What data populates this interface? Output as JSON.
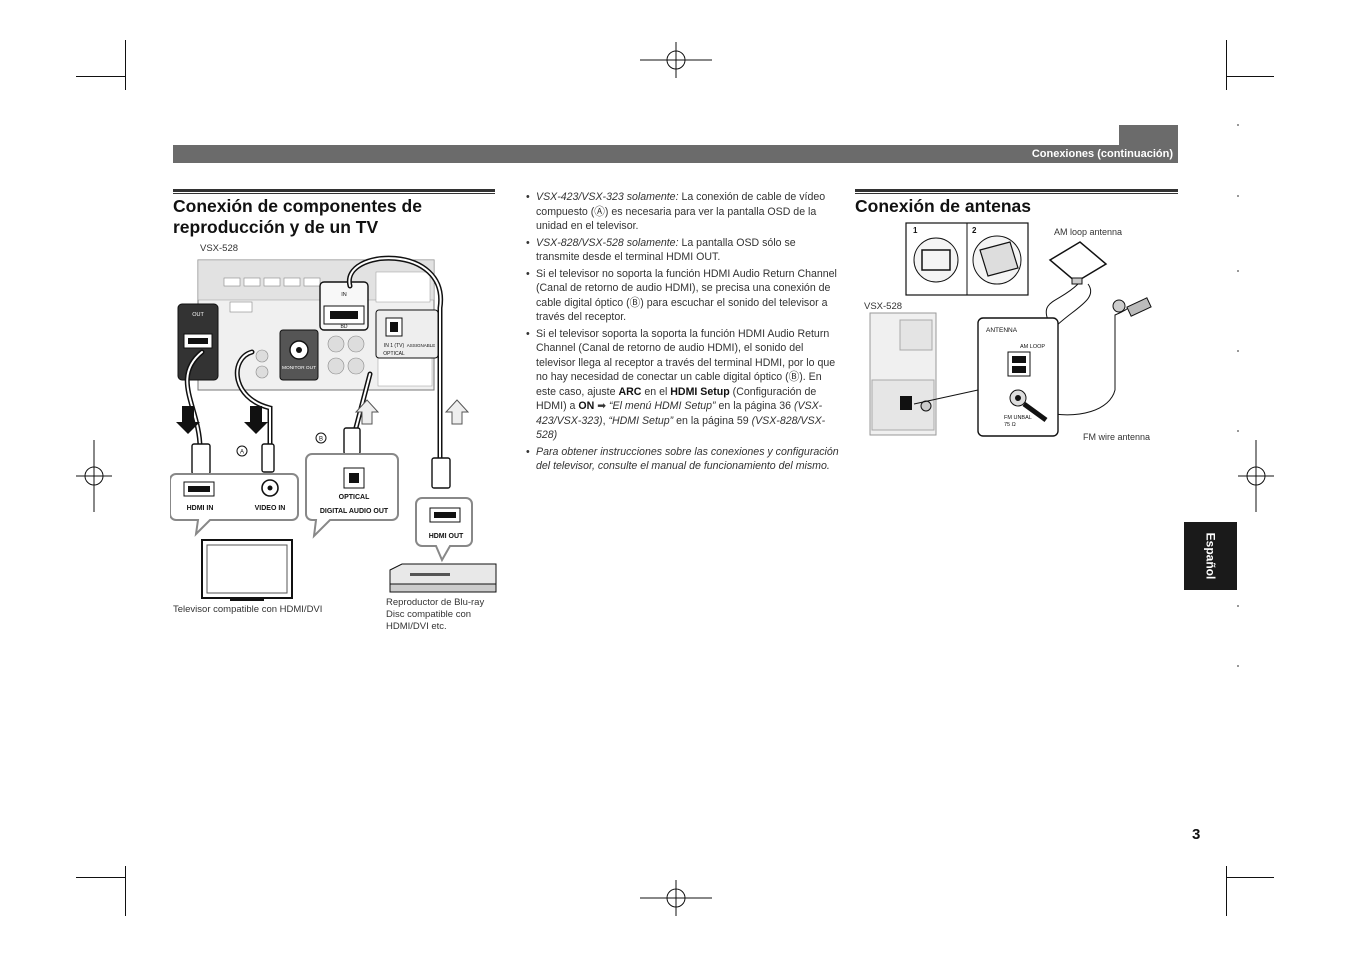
{
  "header": {
    "section_label": "Conexiones (continuación)"
  },
  "left": {
    "title_line1": "Conexión de componentes de",
    "title_line2": "reproducción y de un TV",
    "model": "VSX-528",
    "labels": {
      "out": "OUT",
      "in": "IN",
      "bd": "BD",
      "monitor_out": "MONITOR OUT",
      "optical": "OPTICAL",
      "in_tv": "IN 1 (TV)",
      "assignable": "ASSIGNABLE",
      "hdmi_in": "HDMI IN",
      "video_in": "VIDEO IN",
      "optical_box": "OPTICAL",
      "digital_audio_out": "DIGITAL AUDIO OUT",
      "hdmi_out": "HDMI OUT",
      "marker_a": "A",
      "marker_b": "B"
    },
    "tv_caption": "Televisor compatible con HDMI/DVI",
    "bd_caption_1": "Reproductor de Blu-ray",
    "bd_caption_2": "Disc compatible con",
    "bd_caption_3": "HDMI/DVI etc."
  },
  "bullets": [
    {
      "em": "VSX-423/VSX-323 solamente:",
      "text": " La conexión de cable de vídeo compuesto (Ⓐ) es necesaria para ver la pantalla OSD de la unidad en el televisor."
    },
    {
      "em": "VSX-828/VSX-528 solamente:",
      "text": " La pantalla OSD sólo se transmite desde el terminal HDMI OUT."
    },
    {
      "text": "Si el televisor no soporta la función HDMI Audio Return Channel (Canal de retorno de audio HDMI), se precisa una conexión de cable digital óptico (Ⓑ) para escuchar el sonido del televisor a través del receptor."
    },
    {
      "p1": "Si el televisor soporta la soporta la función HDMI Audio Return Channel (Canal de retorno de audio HDMI), el sonido del televisor llega al receptor a través del terminal HDMI, por lo que no hay necesidad de conectar un cable digital óptico (Ⓑ). En este caso, ajuste ",
      "b1": "ARC",
      "p2": " en el ",
      "b2": "HDMI Setup",
      "p3": " (Configuración de HDMI) a ",
      "b3": "ON",
      "p4": " ➡ ",
      "e1": "“El menú HDMI Setup”",
      "p5": " en la página 36 ",
      "e2": "(VSX-423/VSX-323)",
      "p6": ", ",
      "e3": "“HDMI Setup”",
      "p7": " en la página 59 ",
      "e4": "(VSX-828/VSX-528)"
    },
    {
      "em_only": "Para obtener instrucciones sobre las conexiones y configuración del televisor, consulte el manual de funcionamiento del mismo."
    }
  ],
  "right": {
    "title": "Conexión de antenas",
    "step1": "1",
    "step2": "2",
    "am_loop_antenna": "AM loop antenna",
    "model": "VSX-528",
    "antenna_label": "ANTENNA",
    "am_loop": "AM LOOP",
    "fm_unbal": "FM UNBAL",
    "fm_ohm": "75 Ω",
    "fm_wire_antenna": "FM wire antenna"
  },
  "side_tab": "Español",
  "page_number": "3",
  "colors": {
    "header_gray": "#6b6b6b",
    "tab_black": "#1a1a1a"
  }
}
